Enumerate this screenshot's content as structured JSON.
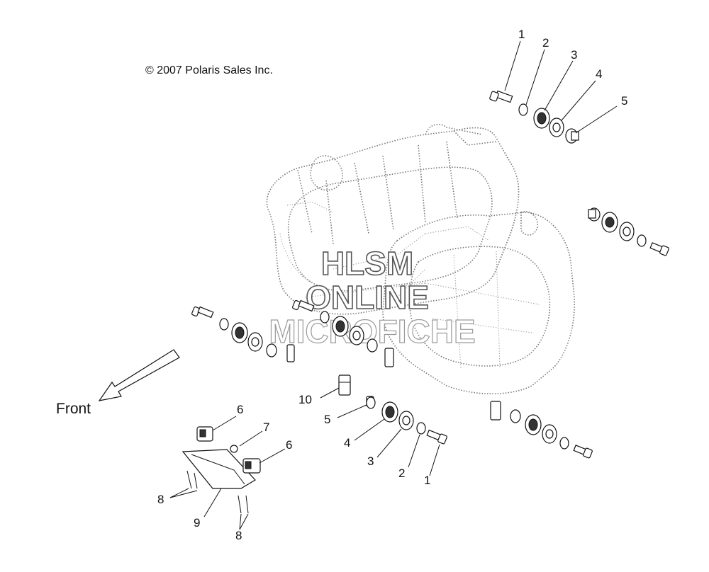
{
  "copyright": "© 2007 Polaris Sales Inc.",
  "direction_label": "Front",
  "watermark": {
    "line1": "HLSM",
    "line2": "ONLINE",
    "line3": "MICROFICHE"
  },
  "callouts": {
    "c1_top": "1",
    "c2_top": "2",
    "c3_top": "3",
    "c4_top": "4",
    "c5_top": "5",
    "c10": "10",
    "c5_mid": "5",
    "c4_mid": "4",
    "c3_mid": "3",
    "c2_mid": "2",
    "c1_mid": "1",
    "c6_left": "6",
    "c7": "7",
    "c6_right": "6",
    "c8_left": "8",
    "c9": "9",
    "c8_bottom": "8"
  }
}
